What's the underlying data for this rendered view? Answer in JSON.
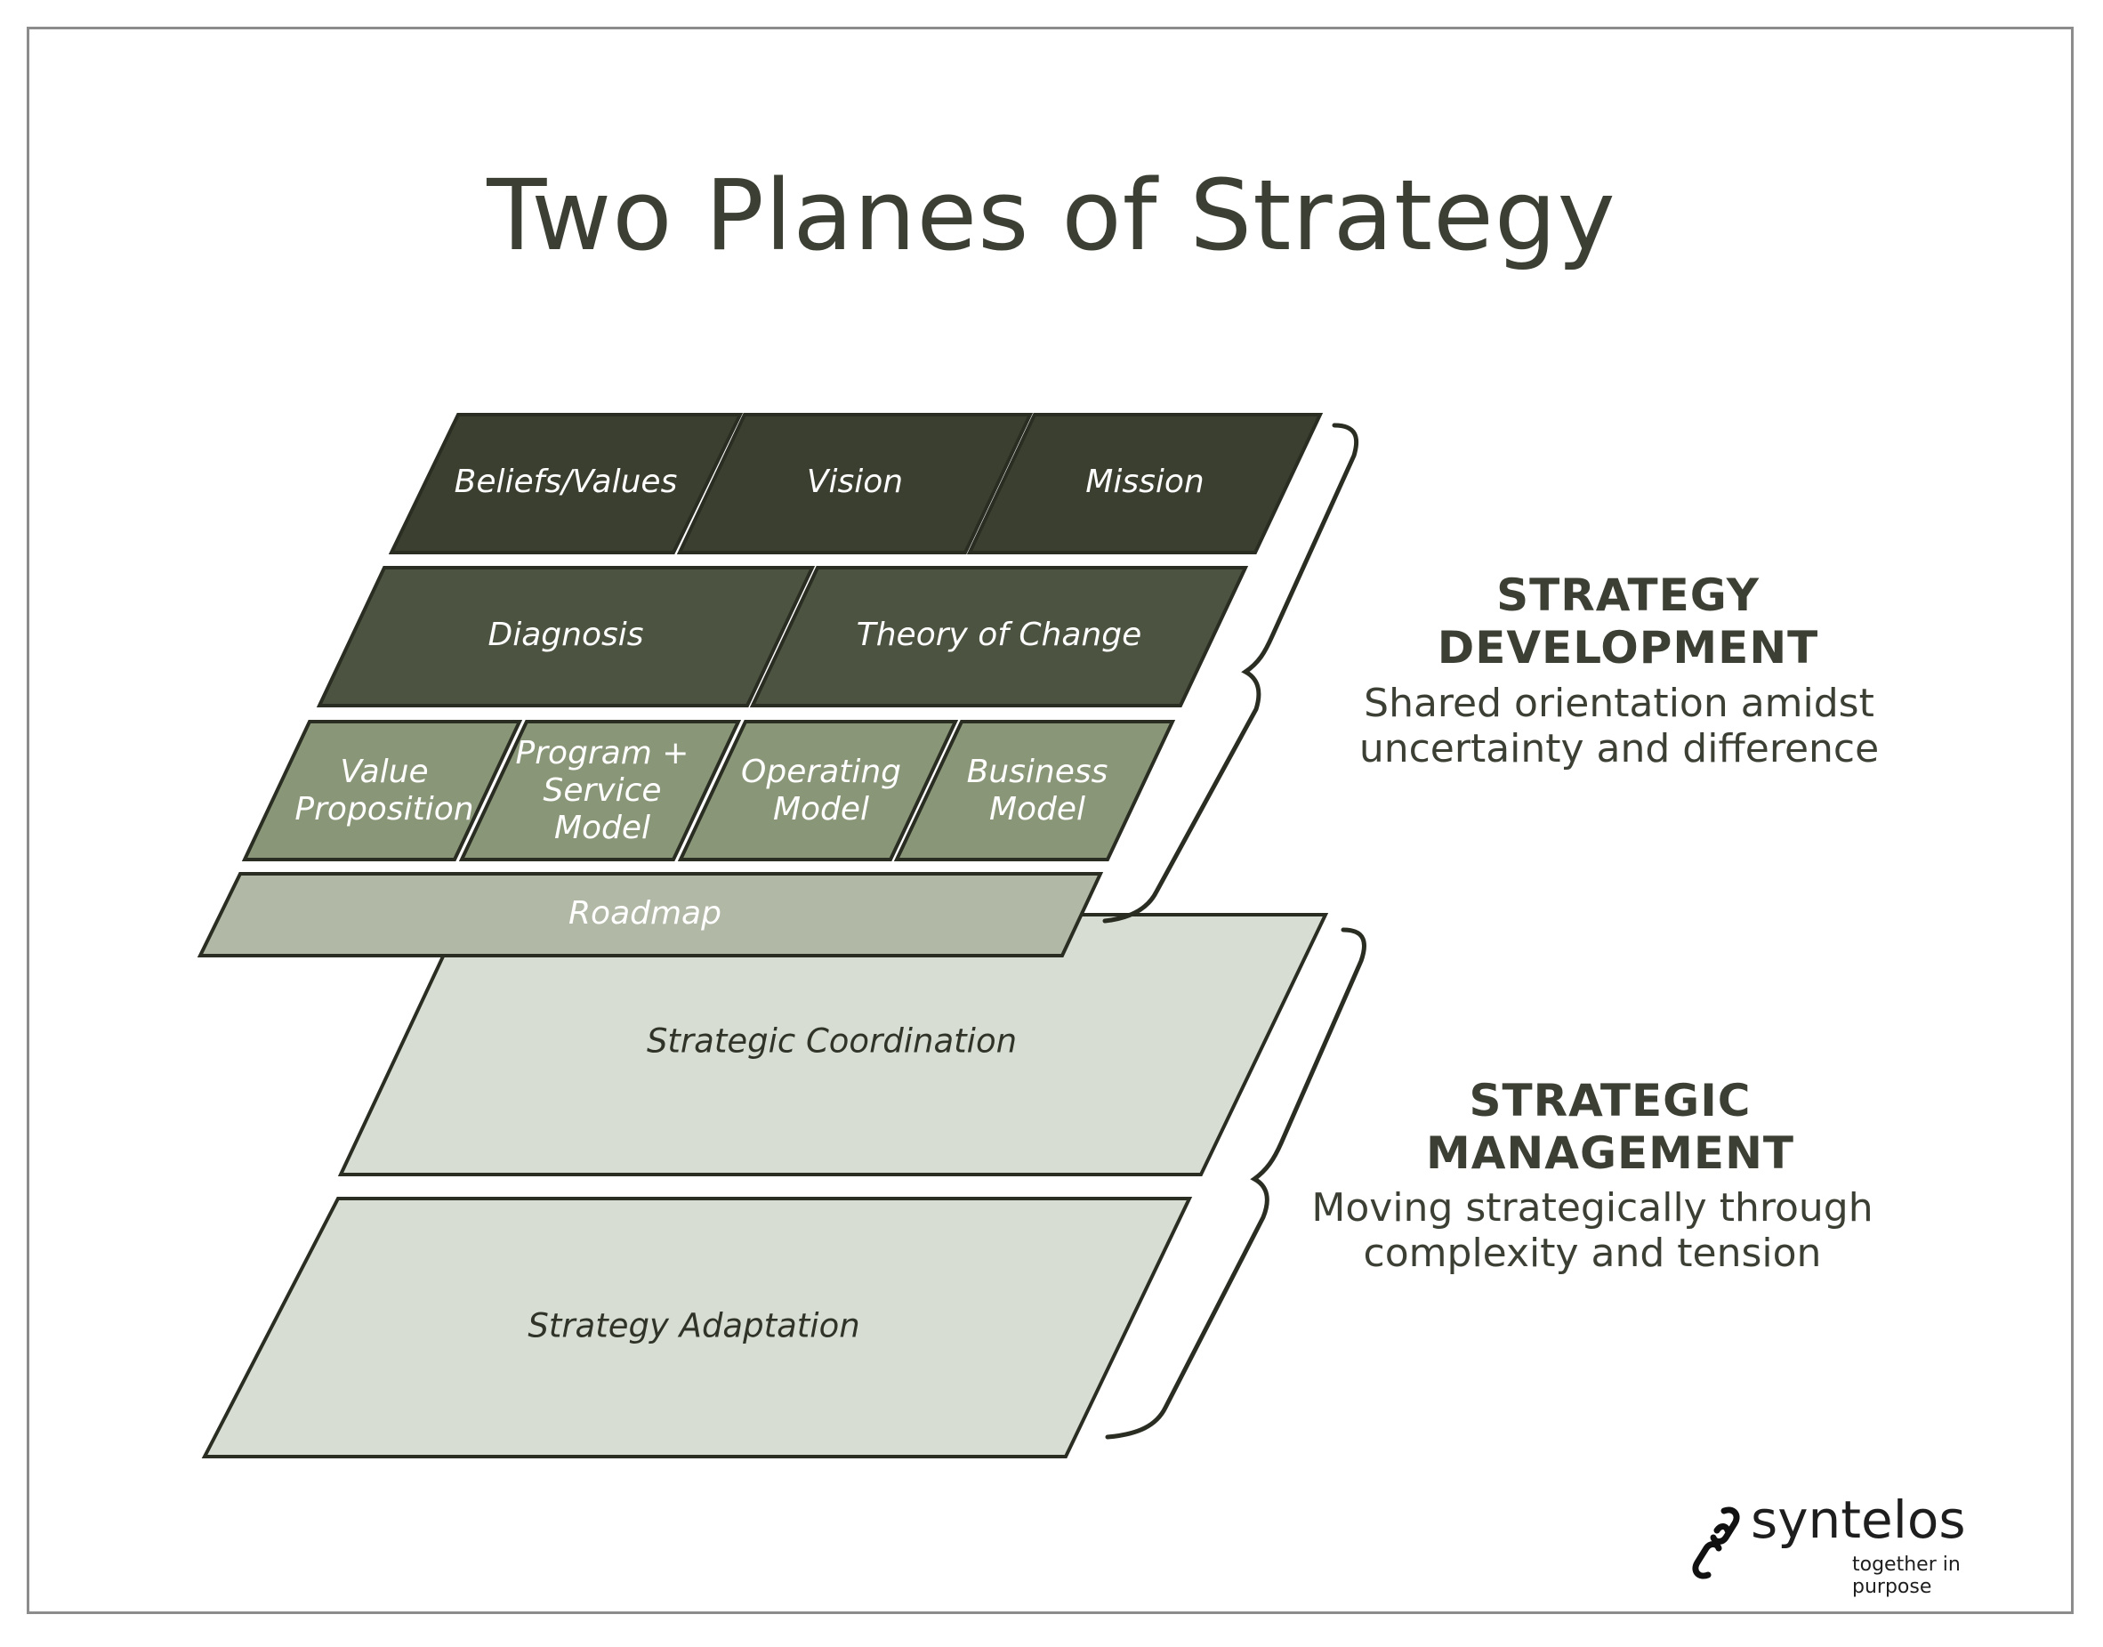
{
  "title": "Two Planes of Strategy",
  "colors": {
    "dark": "#3b3f30",
    "mid_dark": "#4c5441",
    "mid": "#8a9678",
    "light_mid": "#b1b8a5",
    "light": "#d7ddd3",
    "outline": "#2a2d22",
    "text_dark": "#3c4034"
  },
  "development": {
    "row1": [
      "Beliefs/Values",
      "Vision",
      "Mission"
    ],
    "row2": [
      "Diagnosis",
      "Theory of Change"
    ],
    "row3": [
      {
        "lines": [
          "Value",
          "Proposition"
        ]
      },
      {
        "lines": [
          "Program +",
          "Service",
          "Model"
        ]
      },
      {
        "lines": [
          "Operating",
          "Model"
        ]
      },
      {
        "lines": [
          "Business",
          "Model"
        ]
      }
    ],
    "roadmap": "Roadmap"
  },
  "management": {
    "coordination": "Strategic Coordination",
    "adaptation": "Strategy Adaptation"
  },
  "labels": {
    "development_heading_line1": "STRATEGY",
    "development_heading_line2": "DEVELOPMENT",
    "development_sub_line1": "Shared orientation amidst",
    "development_sub_line2": "uncertainty and difference",
    "management_heading_line1": "STRATEGIC",
    "management_heading_line2": "MANAGEMENT",
    "management_sub_line1": "Moving strategically through",
    "management_sub_line2": "complexity and tension"
  },
  "logo": {
    "name": "syntelos",
    "tagline": "together in purpose",
    "icon": "chain-link-icon"
  }
}
